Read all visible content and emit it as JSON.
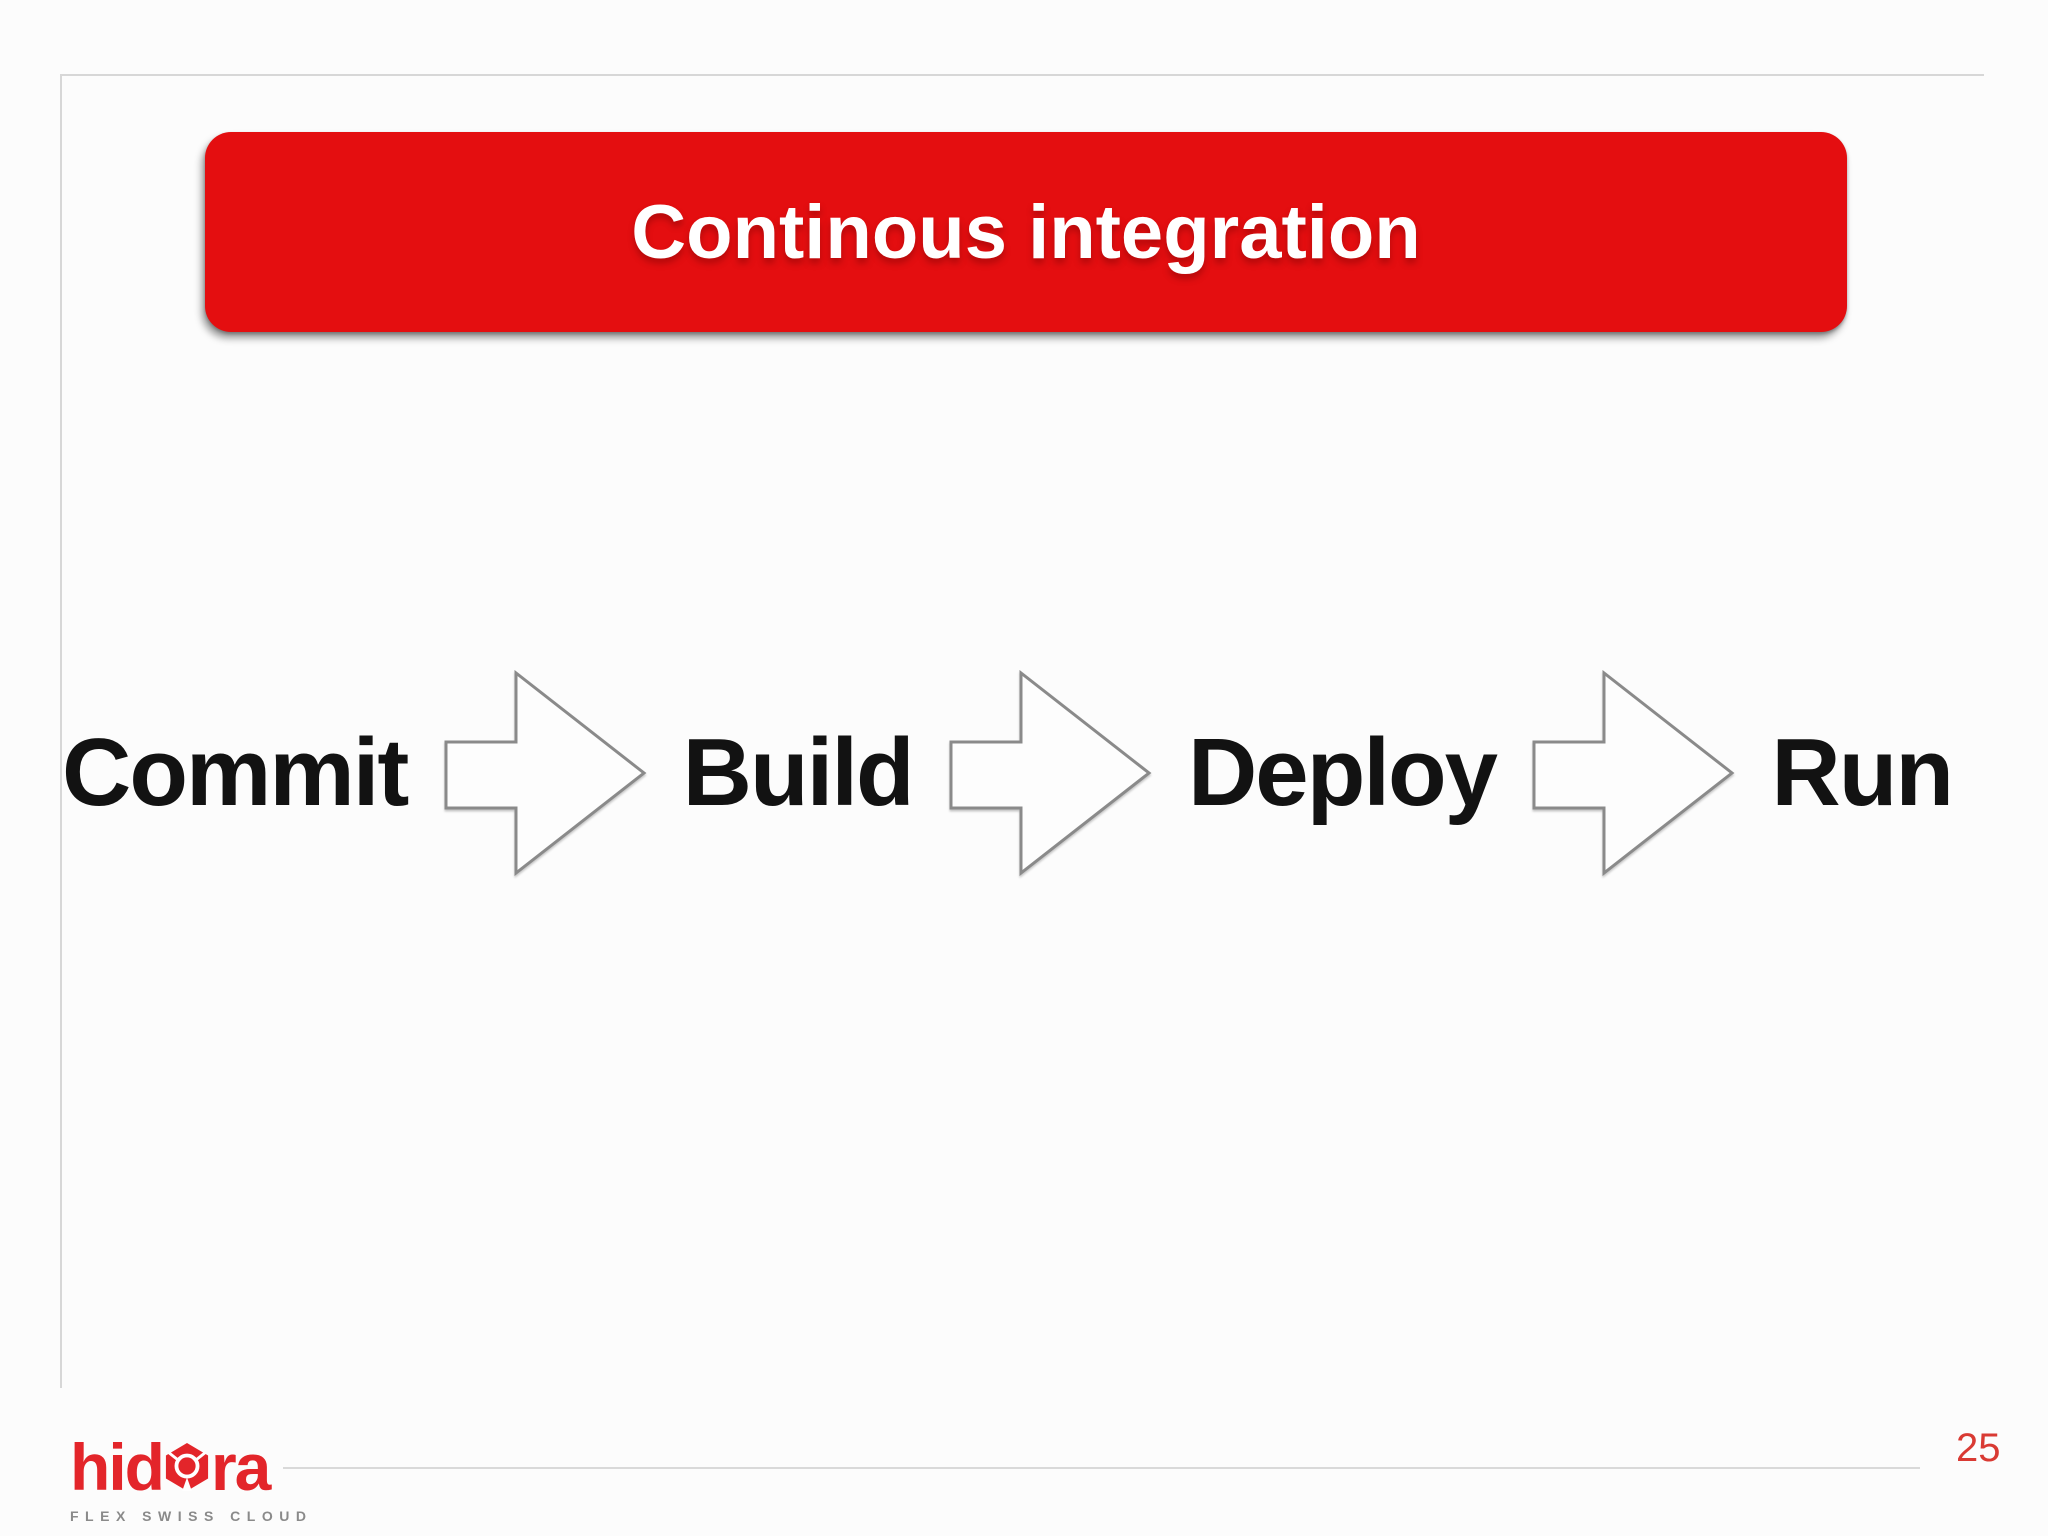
{
  "slide": {
    "title": "Continous integration",
    "page_number": "25",
    "pipeline": {
      "steps": [
        {
          "label": "Commit"
        },
        {
          "label": "Build"
        },
        {
          "label": "Deploy"
        },
        {
          "label": "Run"
        }
      ]
    },
    "logo": {
      "wordmark_pre": "hid",
      "wordmark_post": "ra",
      "tagline": "FLEX SWISS CLOUD"
    },
    "colors": {
      "banner_red": "#e40e10",
      "logo_red": "#e3252a",
      "page_number_red": "#d93a33",
      "arrow_stroke_gray": "#8a8a8a",
      "frame_border_gray": "#d7d7d7",
      "step_text_black": "#121212"
    }
  }
}
